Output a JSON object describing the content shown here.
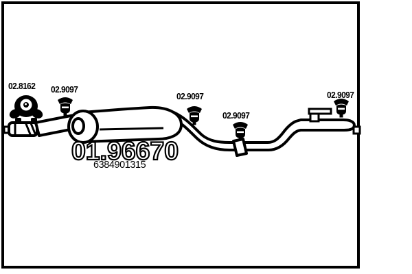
{
  "frame": {
    "border_color": "#000000",
    "background": "#ffffff",
    "ink_color": "#000000"
  },
  "diagram": {
    "main_part": {
      "code": "01.96670",
      "reference_number": "6384901315"
    },
    "component_labels": [
      {
        "code": "02.8162",
        "component": "rubber-mounting"
      },
      {
        "code": "02.9097",
        "component": "pipe-clamp"
      },
      {
        "code": "02.9097",
        "component": "pipe-clamp"
      },
      {
        "code": "02.9097",
        "component": "pipe-clamp"
      },
      {
        "code": "02.9097",
        "component": "pipe-clamp"
      }
    ]
  }
}
